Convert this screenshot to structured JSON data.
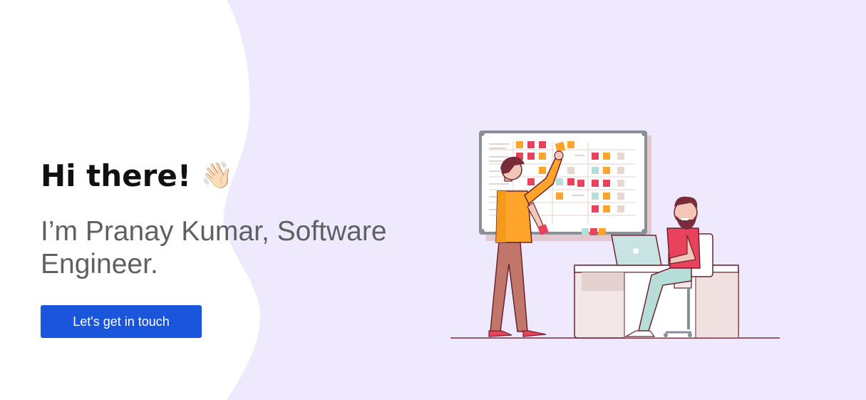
{
  "hero": {
    "greeting": "Hi there!",
    "wave_emoji": "👋🏻",
    "subtitle": "I’m Pranay Kumar, Software Engineer.",
    "cta_label": "Let's get in touch"
  },
  "illustration": {
    "icon": "team-whiteboard-illustration"
  },
  "colors": {
    "background_left": "#ffffff",
    "background_right": "#efe9fe",
    "cta": "#1a56db",
    "heading": "#111111",
    "subtitle": "#606060"
  }
}
